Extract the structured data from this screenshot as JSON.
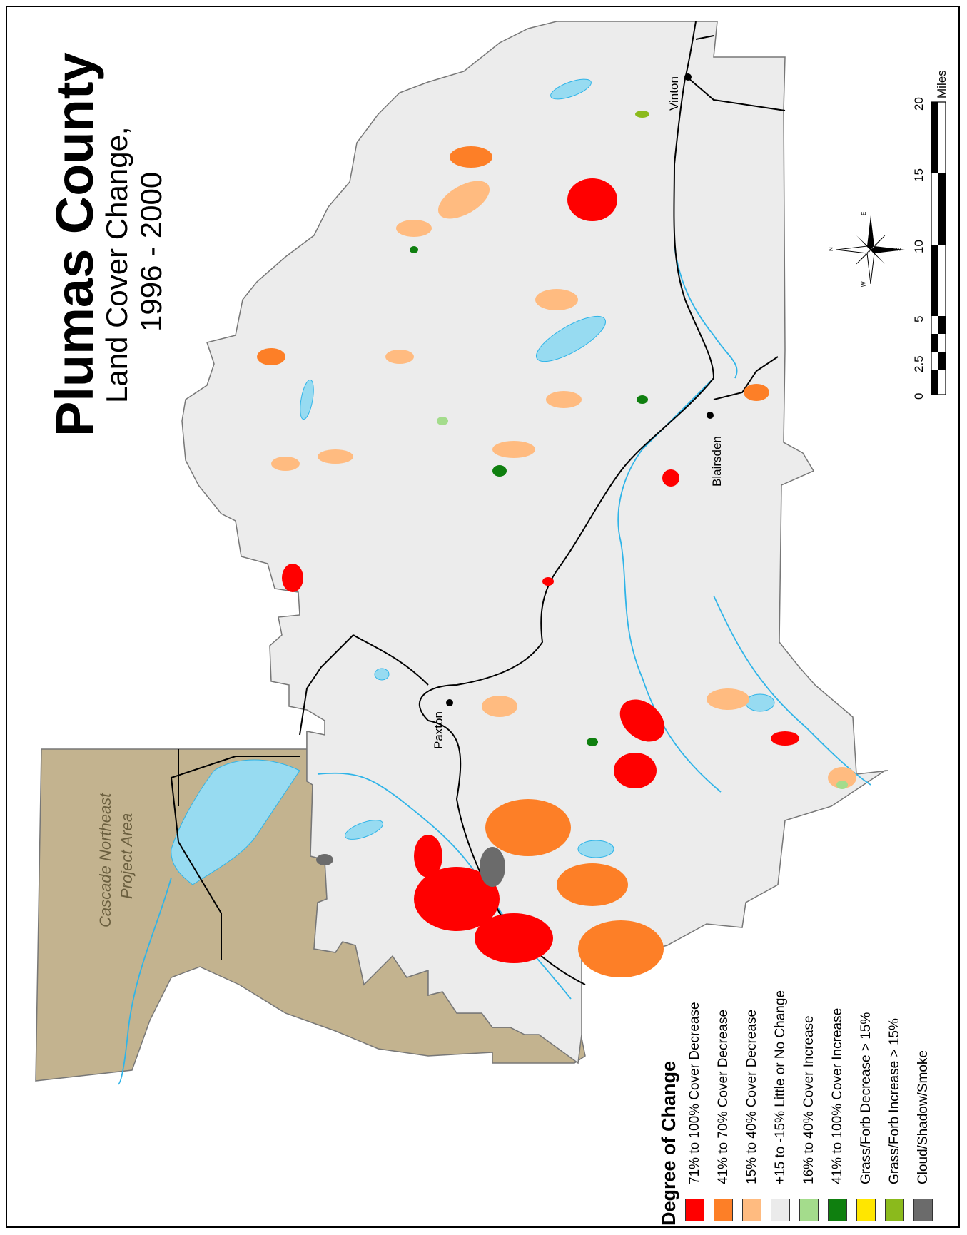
{
  "map": {
    "title": "Plumas County",
    "subtitle": "Land Cover Change,",
    "years": "1996 - 2000",
    "project_area_label_line1": "Cascade Northeast",
    "project_area_label_line2": "Project Area",
    "towns": [
      "Vinton",
      "Blairsden",
      "Paxton"
    ],
    "compass_letters": {
      "n": "N",
      "e": "E",
      "s": "S",
      "w": "W"
    },
    "scale": {
      "unit": "Miles",
      "ticks": [
        "0",
        "2.5",
        "5",
        "10",
        "15",
        "20"
      ]
    },
    "colors": {
      "county_fill": "#ececec",
      "project_area_fill": "#c3b38f",
      "water": "#97dbf1",
      "river": "#2fb4e8",
      "road": "#000000"
    }
  },
  "legend": {
    "title": "Degree of Change",
    "items": [
      {
        "label": "71% to 100% Cover Decrease",
        "color": "#ff0000"
      },
      {
        "label": "41% to 70% Cover Decrease",
        "color": "#fd7f27"
      },
      {
        "label": "15% to 40% Cover Decrease",
        "color": "#ffbb80"
      },
      {
        "label": "+15 to -15% Little or No Change",
        "color": "#ebebeb"
      },
      {
        "label": "16% to 40% Cover Increase",
        "color": "#a4dc8c"
      },
      {
        "label": "41% to 100% Cover Increase",
        "color": "#0f7f0f"
      },
      {
        "label": "Grass/Forb Decrease > 15%",
        "color": "#ffe600"
      },
      {
        "label": "Grass/Forb Increase > 15%",
        "color": "#8bba1c"
      },
      {
        "label": "Cloud/Shadow/Smoke",
        "color": "#6b6b6b"
      }
    ]
  }
}
